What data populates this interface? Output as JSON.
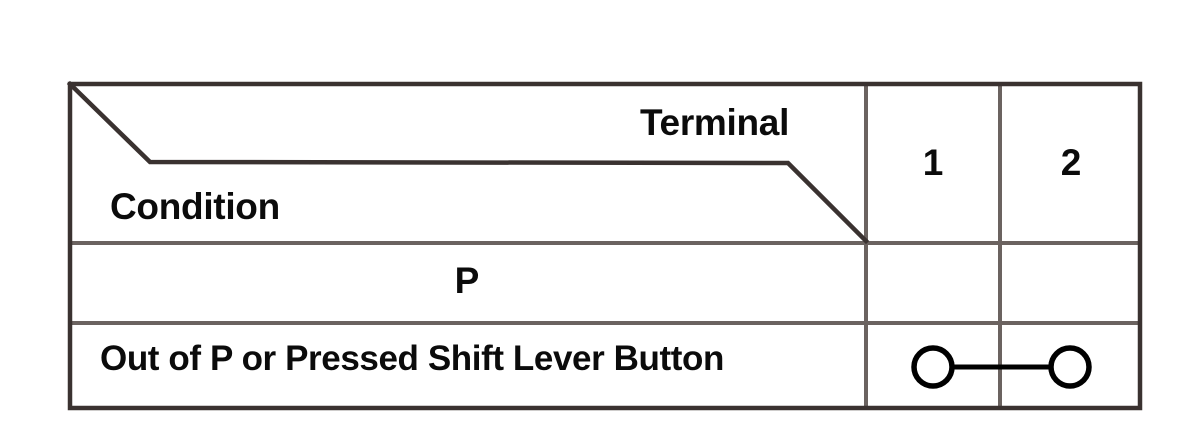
{
  "diagram": {
    "type": "wiring-continuity-table",
    "header": {
      "corner_cell": {
        "top_right_label": "Terminal",
        "bottom_left_label": "Condition",
        "split": "double-diagonal"
      },
      "terminal_columns": [
        "1",
        "2"
      ]
    },
    "rows": [
      {
        "condition": "P",
        "continuity": null,
        "connected_terminals": []
      },
      {
        "condition": "Out of P or Pressed Shift Lever Button",
        "continuity": "continuity-bar",
        "connected_terminals": [
          "1",
          "2"
        ]
      }
    ],
    "colors": {
      "outer_border": "#3a3230",
      "inner_border": "#6b6360",
      "text": "#0b0b0b",
      "background": "#ffffff",
      "continuity_symbol": "#000000"
    }
  }
}
